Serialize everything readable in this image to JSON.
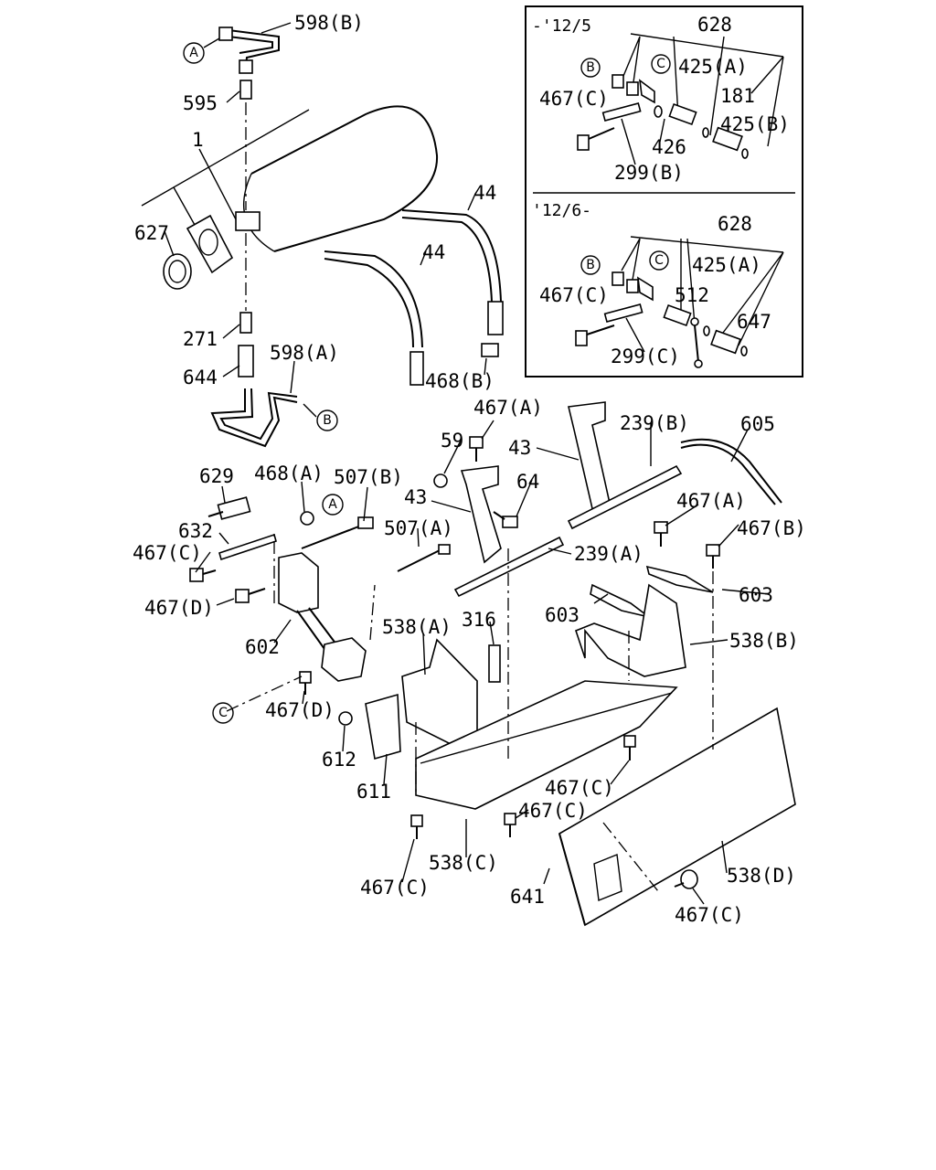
{
  "inset_top": {
    "range": "-'12/5",
    "labels": [
      "628",
      "425(A)",
      "181",
      "425(B)",
      "467(C)",
      "426",
      "299(B)"
    ],
    "refs": [
      "B",
      "C"
    ]
  },
  "inset_bottom": {
    "range": "'12/6-",
    "labels": [
      "628",
      "425(A)",
      "512",
      "647",
      "467(C)",
      "299(C)"
    ],
    "refs": [
      "B",
      "C"
    ]
  },
  "callouts": [
    {
      "id": "c598B",
      "text": "598(B)"
    },
    {
      "id": "c595",
      "text": "595"
    },
    {
      "id": "c1",
      "text": "1"
    },
    {
      "id": "c627",
      "text": "627"
    },
    {
      "id": "c44a",
      "text": "44"
    },
    {
      "id": "c44b",
      "text": "44"
    },
    {
      "id": "c271",
      "text": "271"
    },
    {
      "id": "c644",
      "text": "644"
    },
    {
      "id": "c598A",
      "text": "598(A)"
    },
    {
      "id": "c468B",
      "text": "468(B)"
    },
    {
      "id": "c467A1",
      "text": "467(A)"
    },
    {
      "id": "c59",
      "text": "59"
    },
    {
      "id": "c43a",
      "text": "43"
    },
    {
      "id": "c43b",
      "text": "43"
    },
    {
      "id": "c64",
      "text": "64"
    },
    {
      "id": "c239B",
      "text": "239(B)"
    },
    {
      "id": "c605",
      "text": "605"
    },
    {
      "id": "c239A",
      "text": "239(A)"
    },
    {
      "id": "c467A2",
      "text": "467(A)"
    },
    {
      "id": "c467B",
      "text": "467(B)"
    },
    {
      "id": "c629",
      "text": "629"
    },
    {
      "id": "c468A",
      "text": "468(A)"
    },
    {
      "id": "c507B",
      "text": "507(B)"
    },
    {
      "id": "c632",
      "text": "632"
    },
    {
      "id": "c507A",
      "text": "507(A)"
    },
    {
      "id": "c467C1",
      "text": "467(C)"
    },
    {
      "id": "c467D1",
      "text": "467(D)"
    },
    {
      "id": "c603a",
      "text": "603"
    },
    {
      "id": "c603b",
      "text": "603"
    },
    {
      "id": "c602",
      "text": "602"
    },
    {
      "id": "c538A",
      "text": "538(A)"
    },
    {
      "id": "c316",
      "text": "316"
    },
    {
      "id": "c538B",
      "text": "538(B)"
    },
    {
      "id": "c467D2",
      "text": "467(D)"
    },
    {
      "id": "c612",
      "text": "612"
    },
    {
      "id": "c611",
      "text": "611"
    },
    {
      "id": "c467C2",
      "text": "467(C)"
    },
    {
      "id": "c467C3",
      "text": "467(C)"
    },
    {
      "id": "c538C",
      "text": "538(C)"
    },
    {
      "id": "c467C4",
      "text": "467(C)"
    },
    {
      "id": "c641",
      "text": "641"
    },
    {
      "id": "c538D",
      "text": "538(D)"
    },
    {
      "id": "c467C5",
      "text": "467(C)"
    }
  ],
  "refs": [
    {
      "id": "rA1",
      "text": "A"
    },
    {
      "id": "rB1",
      "text": "B"
    },
    {
      "id": "rA2",
      "text": "A"
    },
    {
      "id": "rC1",
      "text": "C"
    }
  ]
}
